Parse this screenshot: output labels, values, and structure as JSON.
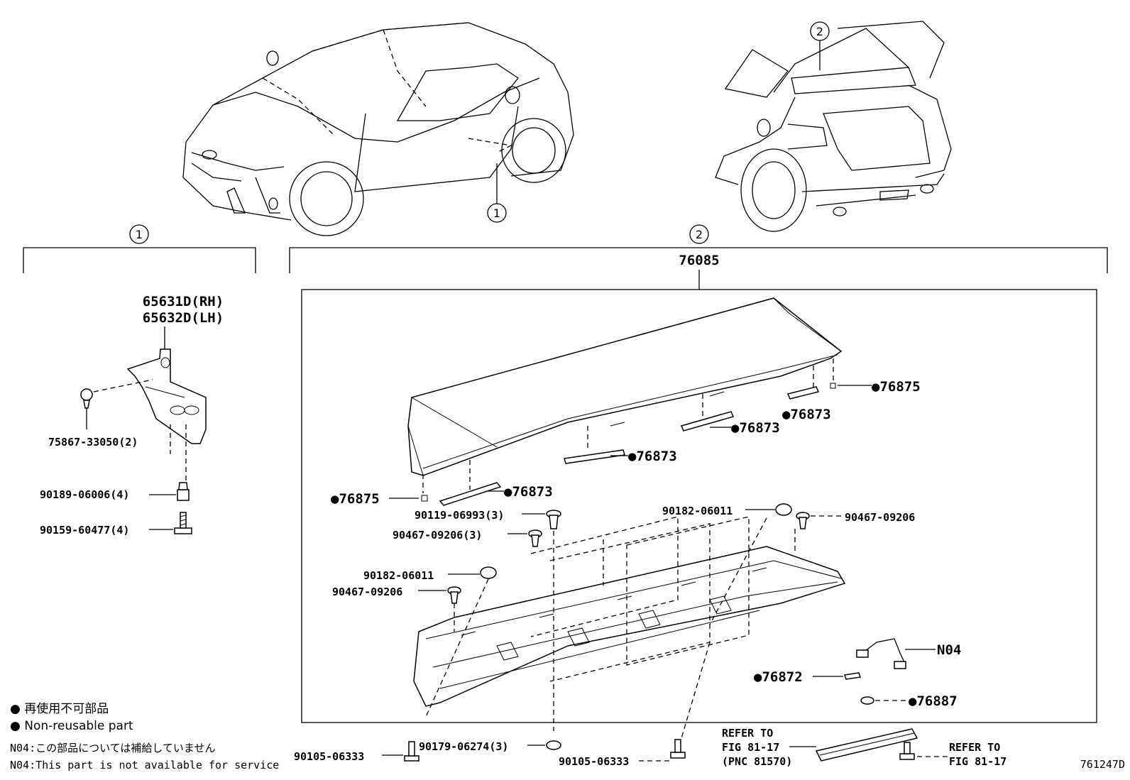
{
  "callouts": {
    "group1_marker": "1",
    "group2_marker": "2",
    "car_front_marker": "1",
    "car_rear_marker": "2"
  },
  "group1": {
    "bracket_rh": "65631D(RH)",
    "bracket_lh": "65632D(LH)",
    "clip": "75867-33050(2)",
    "nut": "90189-06006(4)",
    "screw": "90159-60477(4)"
  },
  "group2": {
    "assembly": "76085",
    "parts": {
      "seal_76875_right": "●76875",
      "seal_76873_a": "●76873",
      "seal_76873_b": "●76873",
      "seal_76873_c": "●76873",
      "seal_76875_left": "●76875",
      "seal_76873_d": "●76873",
      "nut_90119": "90119-06993(3)",
      "grommet_90182_right": "90182-06011",
      "screw_90467_right": "90467-09206",
      "screw_90467_3": "90467-09206(3)",
      "grommet_90182_left": "90182-06011",
      "screw_90467_left": "90467-09206",
      "connector": "N04",
      "tape_76872": "●76872",
      "cap_76887": "●76887"
    }
  },
  "bottom": {
    "bolt_left": "90105-06333",
    "nut_90179": "90179-06274(3)",
    "bolt_center": "90105-06333",
    "refer1_line1": "REFER TO",
    "refer1_line2": "FIG 81-17",
    "refer1_line3": "(PNC 81570)",
    "refer2_line1": "REFER TO",
    "refer2_line2": "FIG 81-17"
  },
  "legend": {
    "jp_nonreusable": "● 再使用不可部品",
    "en_nonreusable": "● Non-reusable part",
    "jp_n04": "N04:この部品については補給していません",
    "en_n04": "N04:This part is not available for service"
  },
  "figure_id": "761247D"
}
